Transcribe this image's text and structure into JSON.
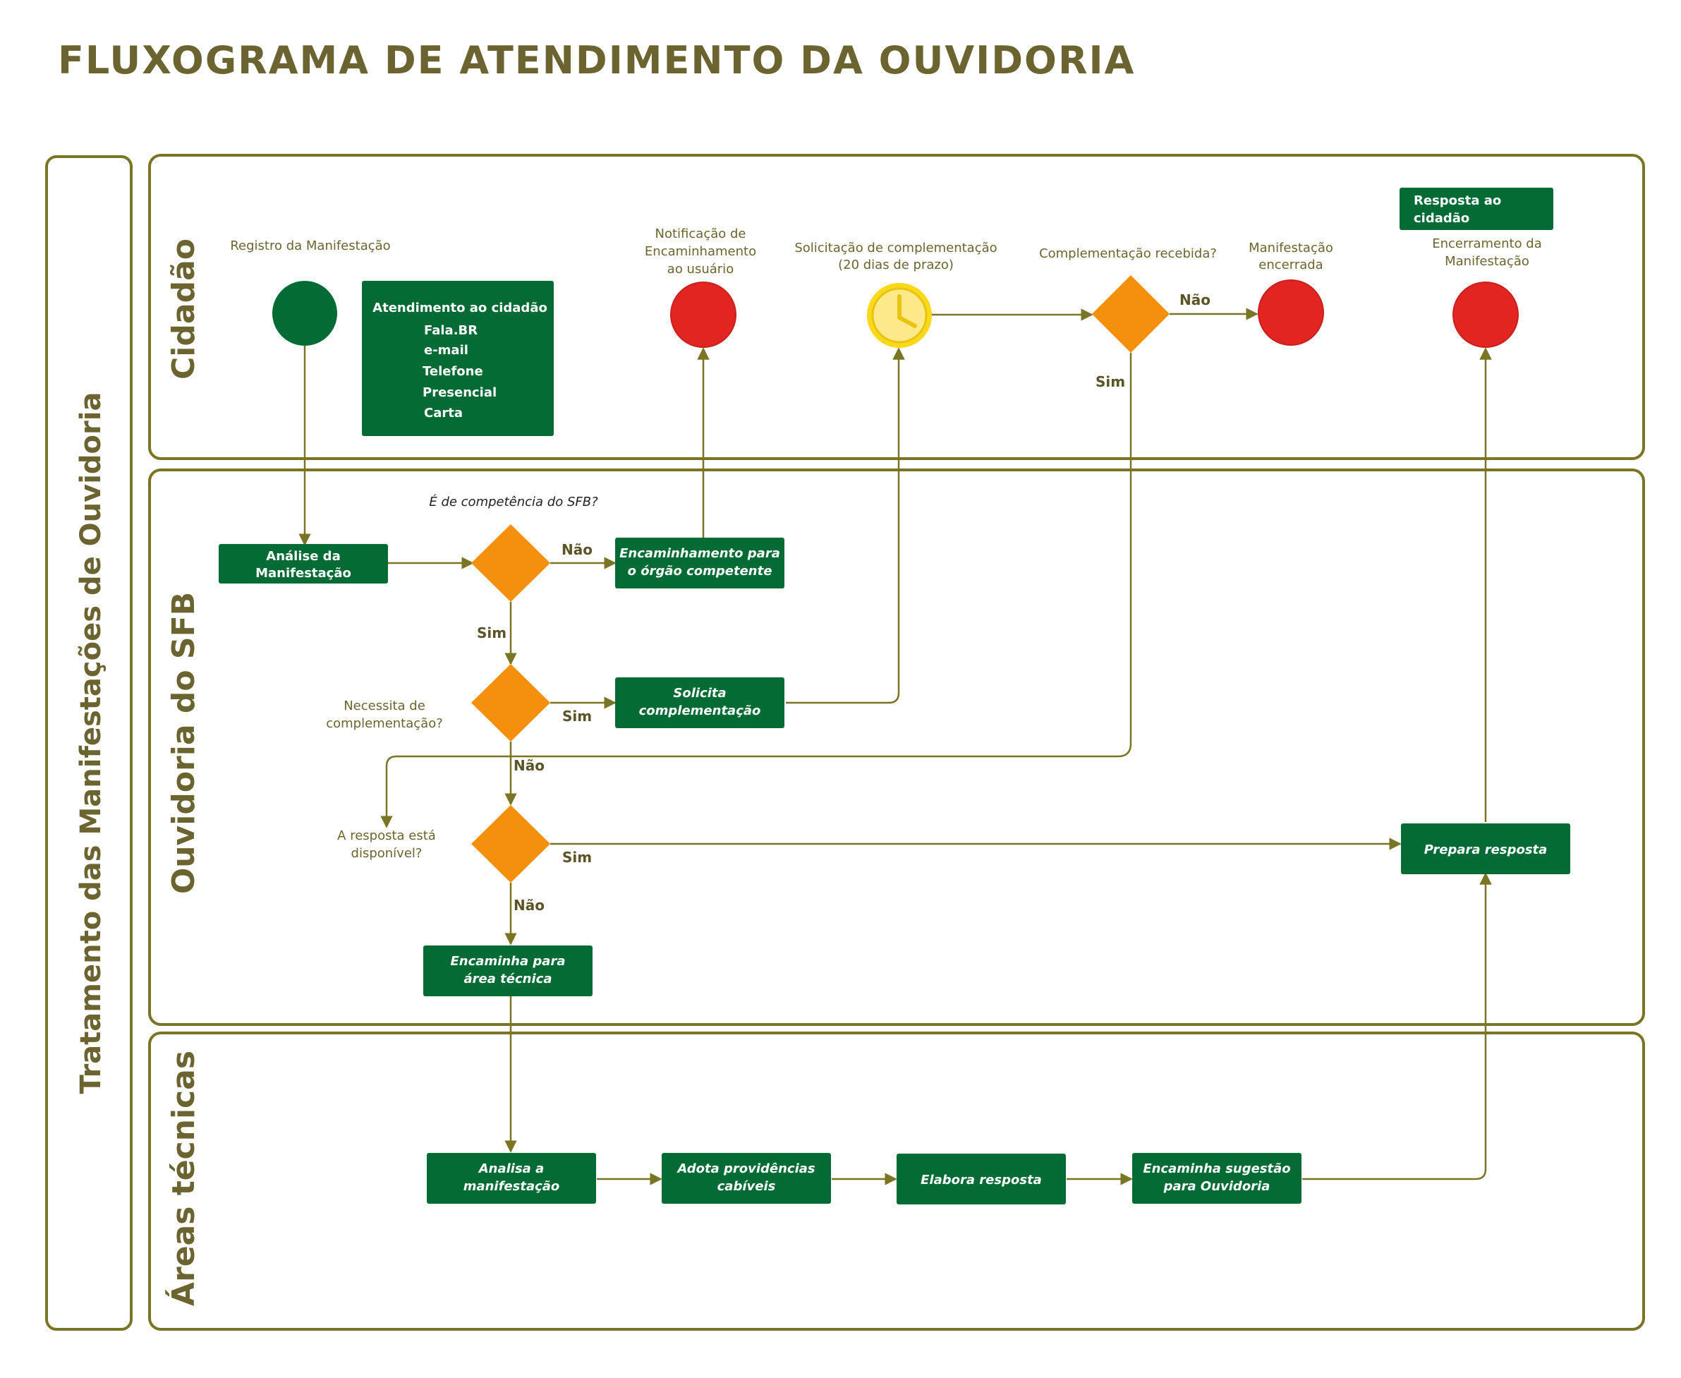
{
  "title": "FLUXOGRAMA DE ATENDIMENTO DA OUVIDORIA",
  "side_label": "Tratamento das Manifestações de Ouvidoria",
  "lanes": {
    "cidadao": "Cidadão",
    "ouvidoria": "Ouvidoria do SFB",
    "areas": "Áreas técnicas"
  },
  "captions": {
    "registro": "Registro da Manifestação",
    "notificacao": [
      "Notificação de",
      "Encaminhamento",
      "ao usuário"
    ],
    "solicitacao": [
      "Solicitação de complementação",
      "(20 dias de prazo)"
    ],
    "complementacao_recebida": "Complementação recebida?",
    "manifestacao_encerrada": [
      "Manifestação",
      "encerrada"
    ],
    "encerramento": [
      "Encerramento da",
      "Manifestação"
    ],
    "competencia": "É de competência do SFB?",
    "necessita": [
      "Necessita de",
      "complementação?"
    ],
    "resposta_disponivel": [
      "A resposta está",
      "disponível?"
    ]
  },
  "boxes": {
    "atendimento": {
      "heading": "Atendimento ao cidadão",
      "channels": [
        "Fala.BR",
        "e-mail",
        "Telefone",
        "Presencial",
        "Carta"
      ]
    },
    "resposta_ao_cidadao": [
      "Resposta ao",
      "cidadão"
    ],
    "analise": [
      "Análise da",
      "Manifestação"
    ],
    "encaminhamento_orgao": [
      "Encaminhamento para",
      "o órgão competente"
    ],
    "solicita": [
      "Solicita",
      "complementação"
    ],
    "prepara": "Prepara resposta",
    "encaminha_area": [
      "Encaminha para",
      "área técnica"
    ],
    "analisa": [
      "Analisa a",
      "manifestação"
    ],
    "adota": [
      "Adota providências",
      "cabíveis"
    ],
    "elabora": "Elabora resposta",
    "encaminha_sugestao": [
      "Encaminha sugestão",
      "para Ouvidoria"
    ]
  },
  "labels": {
    "nao": "Não",
    "sim": "Sim"
  },
  "colors": {
    "frame": "#7a7425",
    "green_box": "#046b34",
    "start_circle": "#046b34",
    "end_circle": "#e32522",
    "diamond": "#f5900f",
    "clock": "#fbd81a",
    "text": "#6b6430"
  }
}
